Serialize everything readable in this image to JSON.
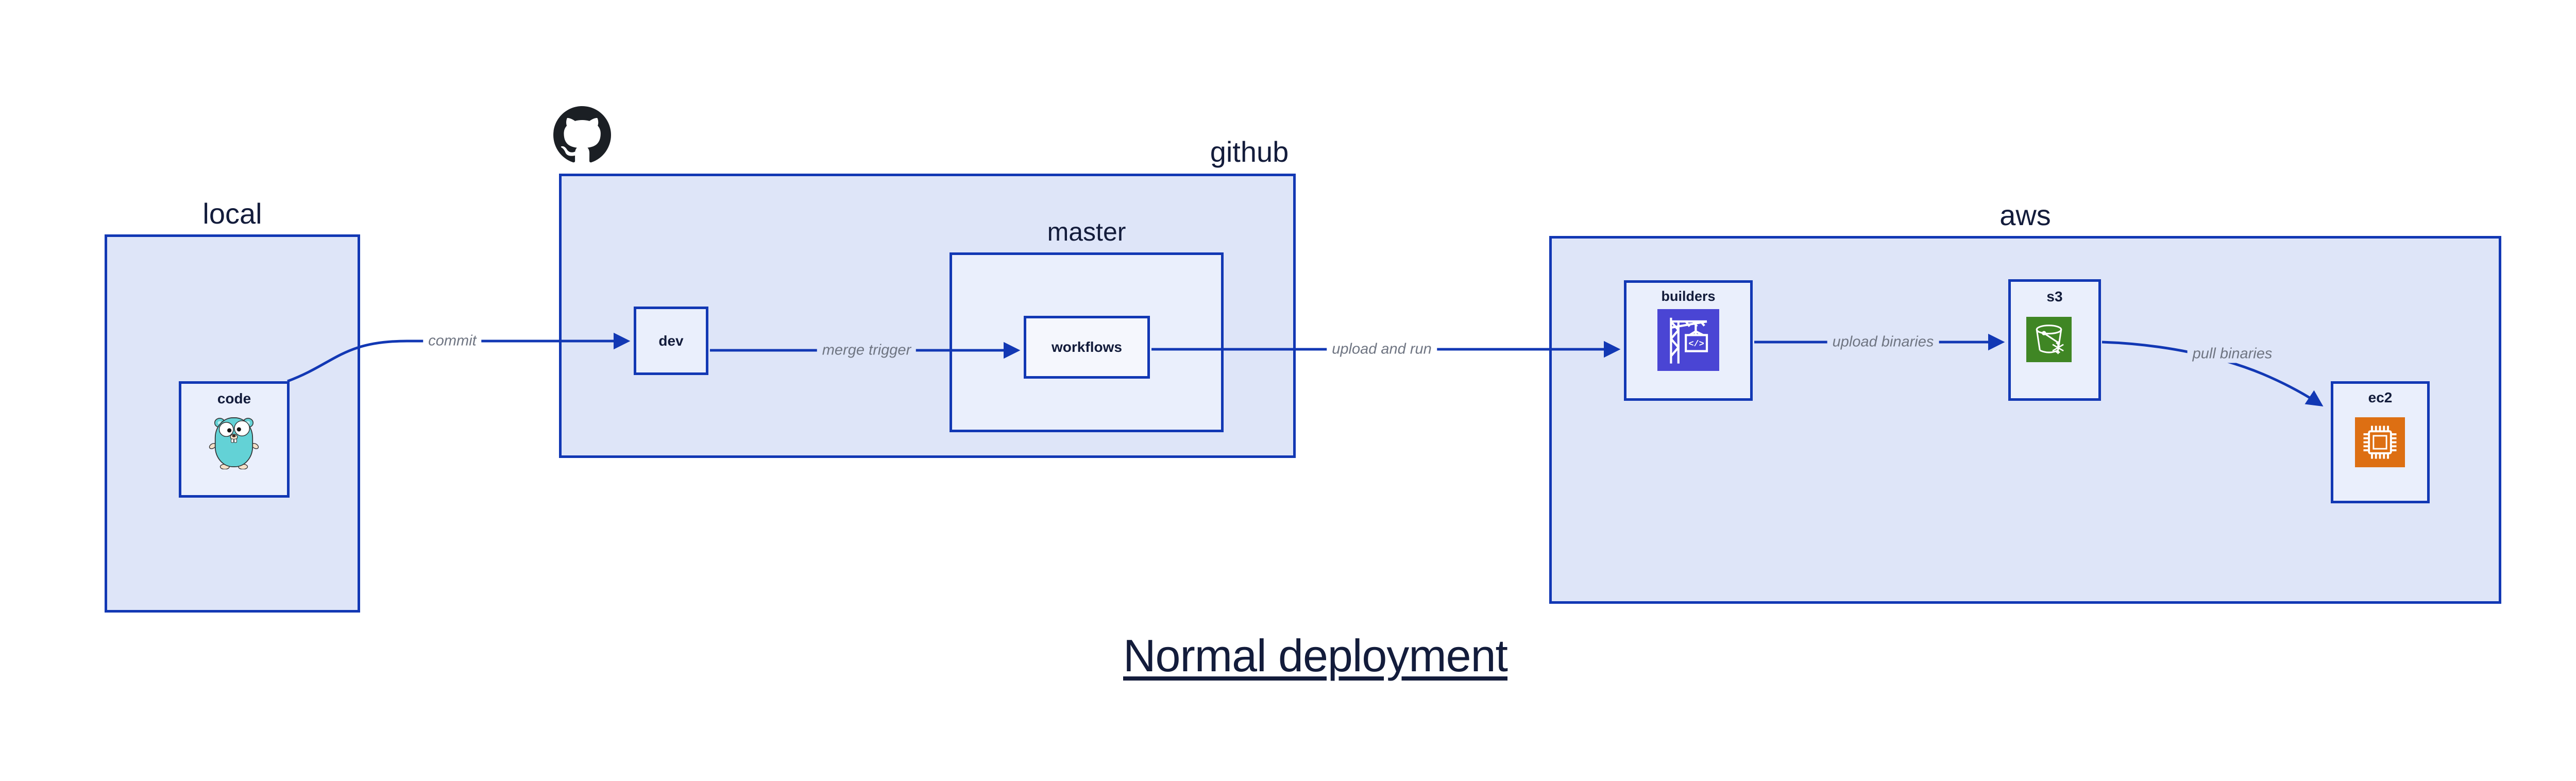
{
  "title": {
    "text": "Normal deployment"
  },
  "containers": {
    "local": {
      "label": "local"
    },
    "github": {
      "label": "github"
    },
    "master": {
      "label": "master"
    },
    "aws": {
      "label": "aws"
    }
  },
  "nodes": {
    "code": {
      "label": "code",
      "icon": "go-gopher-icon"
    },
    "dev": {
      "label": "dev"
    },
    "workflows": {
      "label": "workflows"
    },
    "builders": {
      "label": "builders",
      "icon": "aws-codebuild-crane-icon"
    },
    "s3": {
      "label": "s3",
      "icon": "aws-s3-bucket-icon"
    },
    "ec2": {
      "label": "ec2",
      "icon": "aws-ec2-chip-icon"
    }
  },
  "edges": [
    {
      "id": "commit",
      "label": "commit",
      "from": "code",
      "to": "dev"
    },
    {
      "id": "merge-trigger",
      "label": "merge trigger",
      "from": "dev",
      "to": "workflows"
    },
    {
      "id": "upload-and-run",
      "label": "upload and run",
      "from": "workflows",
      "to": "builders"
    },
    {
      "id": "upload-binaries",
      "label": "upload binaries",
      "from": "builders",
      "to": "s3"
    },
    {
      "id": "pull-binaries",
      "label": "pull binaries",
      "from": "s3",
      "to": "ec2"
    }
  ],
  "icons": {
    "github_logo": "github-octocat-logo"
  },
  "colors": {
    "outline_blue": "#1238b4",
    "container_fill": "#dee5f8",
    "node_fill": "#eaeffc",
    "inner_node_fill": "#f5f7fd",
    "label_navy": "#131c3b",
    "edge_label_gray": "#6f7582",
    "codebuild_indigo": "#4a45d4",
    "s3_green": "#3f8624",
    "ec2_orange": "#dd6f13",
    "gopher_teal": "#63d2d6",
    "github_black": "#1b1f24"
  }
}
